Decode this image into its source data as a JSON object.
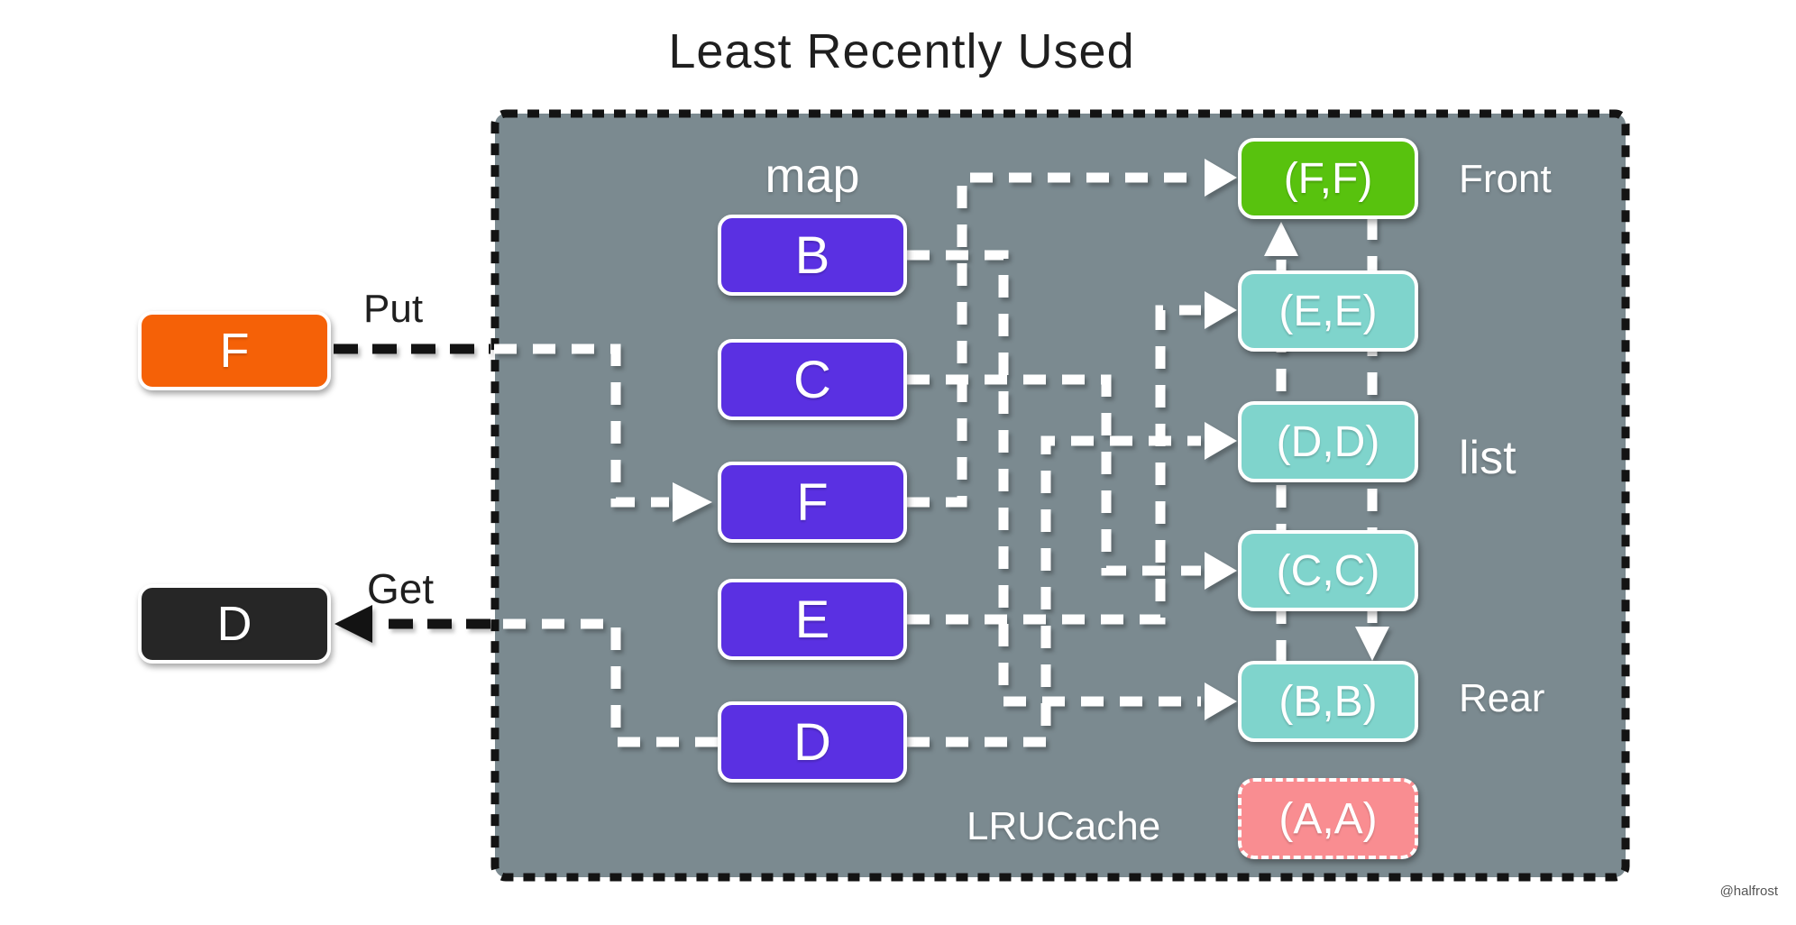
{
  "title": "Least Recently Used",
  "watermark": "@halfrost",
  "colors": {
    "bg": "#ffffff",
    "container": "#7b8a90",
    "purple": "#5a30e2",
    "green": "#58c20e",
    "teal": "#7fd4cc",
    "pink": "#f98d91",
    "orange": "#f56107",
    "darkbox": "#262626",
    "line": "#ffffff",
    "blackline": "#131313",
    "titlecolor": "#1f1f1f",
    "label": "#ffffff",
    "watermarkcolor": "#555555"
  },
  "operations": {
    "put": {
      "label": "Put",
      "key": "F"
    },
    "get": {
      "label": "Get",
      "key": "D"
    }
  },
  "map": {
    "label": "map",
    "items": [
      "B",
      "C",
      "F",
      "E",
      "D"
    ]
  },
  "list": {
    "label": "list",
    "front_label": "Front",
    "rear_label": "Rear",
    "cache_label": "LRUCache",
    "nodes": [
      "(F,F)",
      "(E,E)",
      "(D,D)",
      "(C,C)",
      "(B,B)"
    ],
    "evicted": "(A,A)"
  }
}
